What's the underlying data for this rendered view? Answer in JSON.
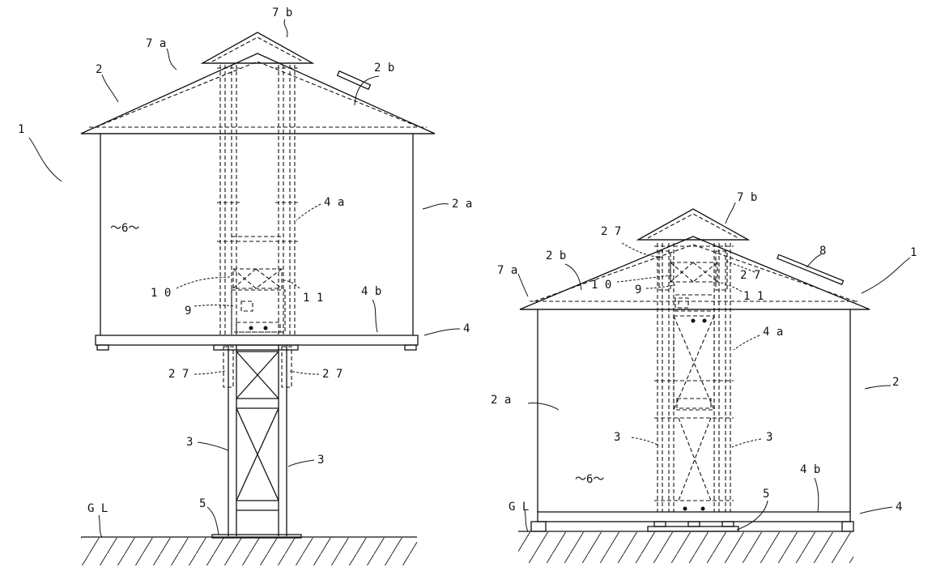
{
  "figure_left": {
    "labels": {
      "n7b": "7 b",
      "n7a": "7 a",
      "n2b": "2 b",
      "n2": "2",
      "n1": "1",
      "n2a": "2 a",
      "n6": "～6～",
      "n4a": "4 a",
      "n10": "1 0",
      "n11": "1 1",
      "n9": "9",
      "n4b": "4 b",
      "n4": "4",
      "n27l": "2 7",
      "n27r": "2 7",
      "n3l": "3",
      "n3r": "3",
      "n5": "5",
      "gl": "G L"
    }
  },
  "figure_right": {
    "labels": {
      "n7b": "7 b",
      "n27a": "2 7",
      "n2b": "2 b",
      "n8": "8",
      "n1": "1",
      "n7a": "7 a",
      "n10": "1 0",
      "n27b": "2 7",
      "n9": "9",
      "n11": "1 1",
      "n4a": "4 a",
      "n2": "2",
      "n2a": "2 a",
      "n3l": "3",
      "n3r": "3",
      "n4b": "4 b",
      "n6": "～6～",
      "n5": "5",
      "gl": "G L",
      "n4": "4"
    }
  }
}
